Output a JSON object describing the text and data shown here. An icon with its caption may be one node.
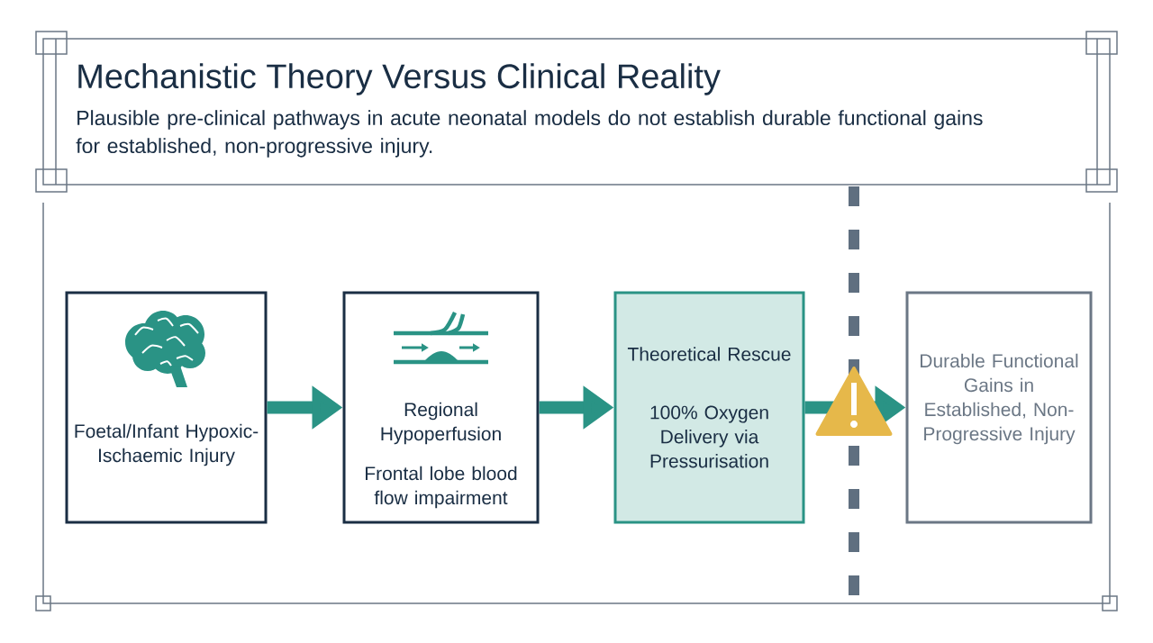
{
  "diagram": {
    "title": "Mechanistic Theory Versus Clinical Reality",
    "nodes": [
      {
        "text": [
          "Foetal/Infant Hypoxic-Ischaemic Injury"
        ]
      },
      {
        "text": [
          "Regional Hypoperfusion",
          "Frontal lobe blood flow impairment"
        ]
      },
      {
        "text": [
          "Theoretical Rescue",
          "100% Oxygen Delivery via Pressurisation"
        ]
      },
      {
        "text": [
          "Durable Functional Gains in Established, Non-Progressive Injury"
        ]
      }
    ],
    "edges": [
      {
        "from": 0,
        "to": 1,
        "arrow": "to"
      },
      {
        "from": 1,
        "to": 2,
        "arrow": "to"
      },
      {
        "from": 2,
        "to": 3,
        "arrow": "to"
      }
    ],
    "labels": [
      "Plausible pre-clinical pathways in acute neonatal models do not establish durable functional gains for established, non-progressive injury."
    ]
  }
}
